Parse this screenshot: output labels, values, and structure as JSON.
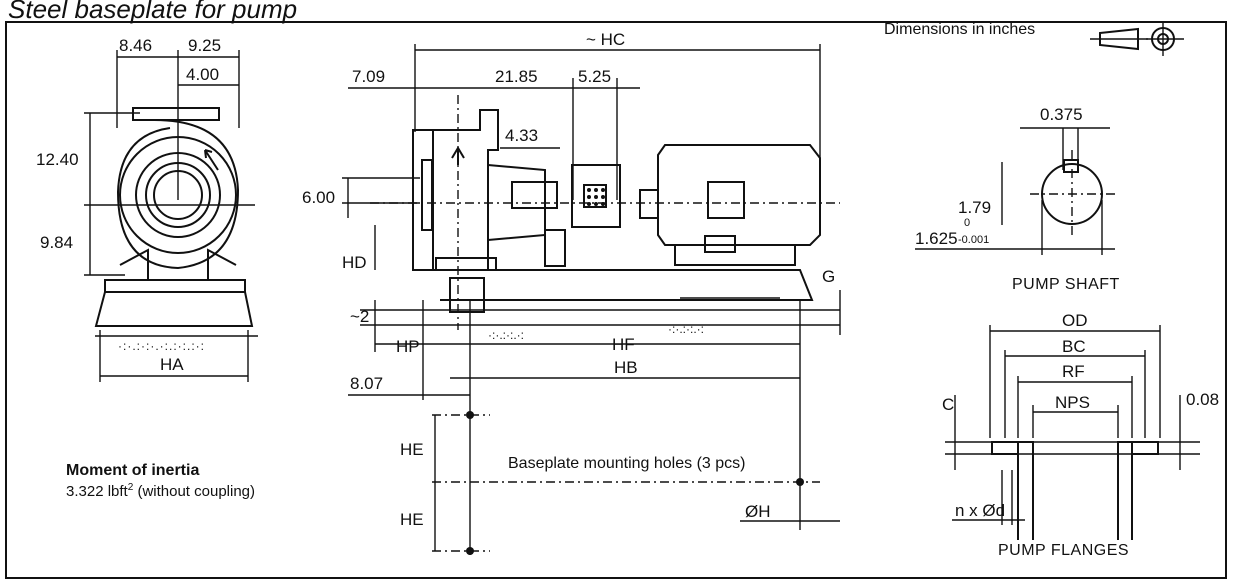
{
  "title": "Steel baseplate for pump",
  "units_note": "Dimensions in inches",
  "end_view": {
    "dims": [
      "8.46",
      "9.25",
      "4.00",
      "12.40",
      "9.84"
    ],
    "width_label": "HA"
  },
  "side_view": {
    "dims": [
      "~ HC",
      "7.09",
      "21.85",
      "5.25",
      "4.33",
      "6.00",
      "~2",
      "8.07"
    ],
    "labels": [
      "HD",
      "HP",
      "HF",
      "HB",
      "G",
      "HE",
      "HE",
      "ØH"
    ],
    "mounting_note": "Baseplate mounting holes (3 pcs)"
  },
  "shaft": {
    "dims": [
      "0.375",
      "1.79"
    ],
    "diameter": "1.625",
    "tol_upper": "0",
    "tol_lower": "-0.001",
    "caption": "PUMP SHAFT"
  },
  "flanges": {
    "labels": [
      "OD",
      "BC",
      "RF",
      "NPS",
      "C",
      "0.08",
      "n x Ød"
    ],
    "caption": "PUMP FLANGES"
  },
  "inertia": {
    "heading": "Moment of inertia",
    "value": "3.322 lbft",
    "exponent": "2",
    "note": "(without coupling)"
  },
  "icons": [
    "cone-projection-icon",
    "crosshair-circle-icon"
  ]
}
